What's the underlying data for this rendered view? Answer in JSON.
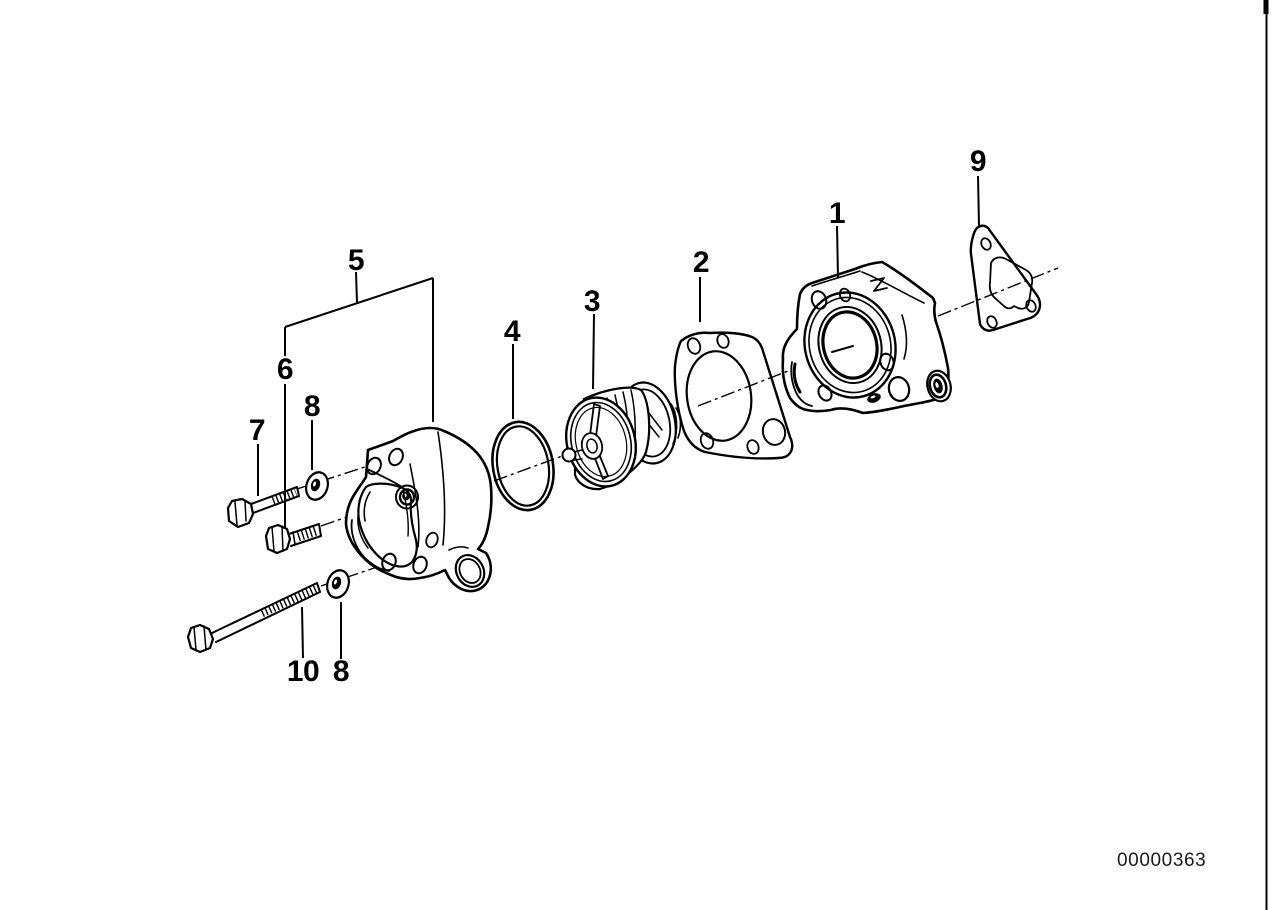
{
  "diagram": {
    "drawing_number": "00000363",
    "callouts": {
      "c1": "1",
      "c2": "2",
      "c3": "3",
      "c4": "4",
      "c5": "5",
      "c6": "6",
      "c7": "7",
      "c8_upper": "8",
      "c8_lower": "8",
      "c9": "9",
      "c10": "10"
    }
  }
}
